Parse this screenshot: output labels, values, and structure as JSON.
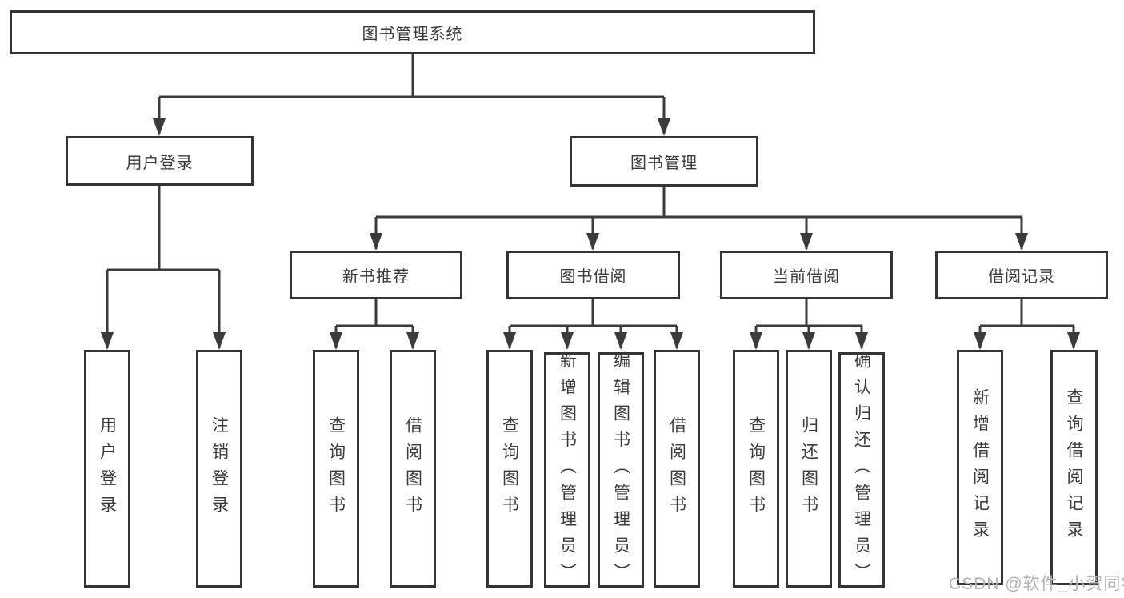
{
  "tree": {
    "root": {
      "label": "图书管理系统"
    },
    "branches": [
      {
        "label": "用户登录",
        "children": [
          {
            "label": "用户登录"
          },
          {
            "label": "注销登录"
          }
        ]
      },
      {
        "label": "图书管理",
        "groups": [
          {
            "label": "新书推荐",
            "children": [
              {
                "label": "查询图书"
              },
              {
                "label": "借阅图书"
              }
            ]
          },
          {
            "label": "图书借阅",
            "children": [
              {
                "label": "查询图书"
              },
              {
                "label": "新增图书（管理员）"
              },
              {
                "label": "编辑图书（管理员）"
              },
              {
                "label": "借阅图书"
              }
            ]
          },
          {
            "label": "当前借阅",
            "children": [
              {
                "label": "查询图书"
              },
              {
                "label": "归还图书"
              },
              {
                "label": "确认归还（管理员）"
              }
            ]
          },
          {
            "label": "借阅记录",
            "children": [
              {
                "label": "新增借阅记录"
              },
              {
                "label": "查询借阅记录"
              }
            ]
          }
        ]
      }
    ]
  },
  "watermark": {
    "text": "CSDN @软件_小贺同学"
  },
  "colors": {
    "line": "#3b3b3b",
    "box_border": "#343434",
    "text": "#3a3a3a",
    "background": "#ffffff",
    "watermark": "#b2b2b2"
  }
}
